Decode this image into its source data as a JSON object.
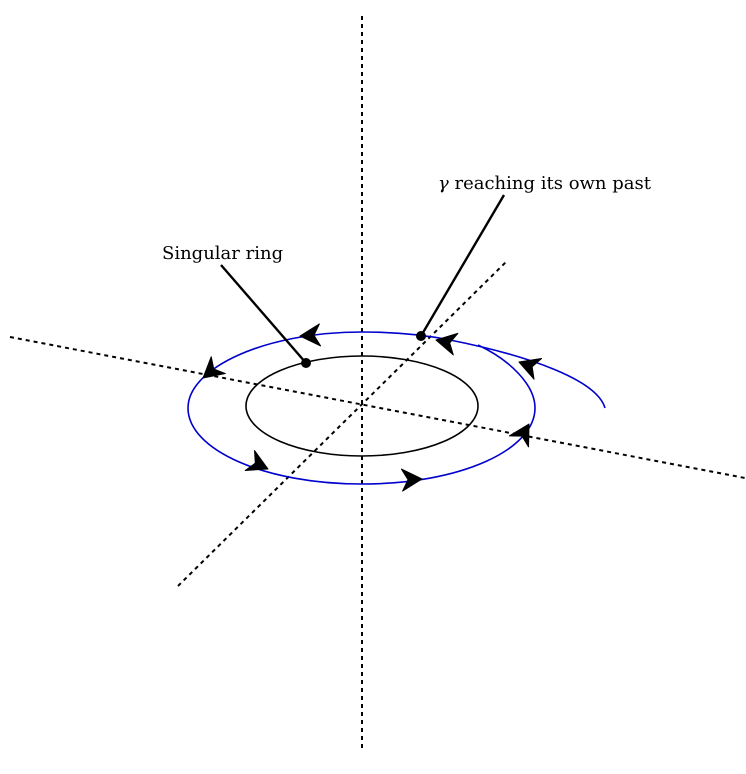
{
  "labels": {
    "singular_ring": "Singular ring",
    "gamma_symbol": "γ",
    "gamma_text": " reaching its own past"
  },
  "colors": {
    "axes": "#000000",
    "ring": "#000000",
    "curve": "#0000cc",
    "arrows": "#000000"
  }
}
